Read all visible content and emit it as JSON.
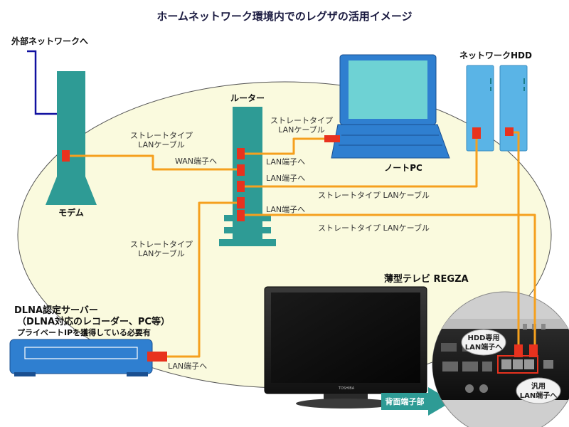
{
  "title": "ホームネットワーク環境内でのレグザの活用イメージ",
  "labels": {
    "external": "外部ネットワークへ",
    "modem": "モデム",
    "router": "ルーター",
    "notepc": "ノートPC",
    "nas": "ネットワークHDD",
    "tv": "薄型テレビ REGZA",
    "dlna1": "DLNA認定サーバー",
    "dlna2": "（DLNA対応のレコーダー、PC等）",
    "dlna3": "プライベートIPを獲得している必要有",
    "back": "背面端子部",
    "hddport1": "HDD専用",
    "hddport2": "LAN端子へ",
    "genport1": "汎用",
    "genport2": "LAN端子へ",
    "tv_brand": "TOSHIBA"
  },
  "cables": {
    "straight": "ストレートタイプ",
    "lancable": "LANケーブル",
    "straight_full": "ストレートタイプ LANケーブル",
    "wan_port": "WAN端子へ",
    "lan_port": "LAN端子へ"
  },
  "colors": {
    "device": "#2e9b95",
    "cable": "#f5a01e",
    "port": "#e8321e",
    "nas": "#5ab4e6",
    "dlna": "#2f7fd0",
    "laptop_screen": "#6ed2d4",
    "ellipse": "#fafade"
  }
}
